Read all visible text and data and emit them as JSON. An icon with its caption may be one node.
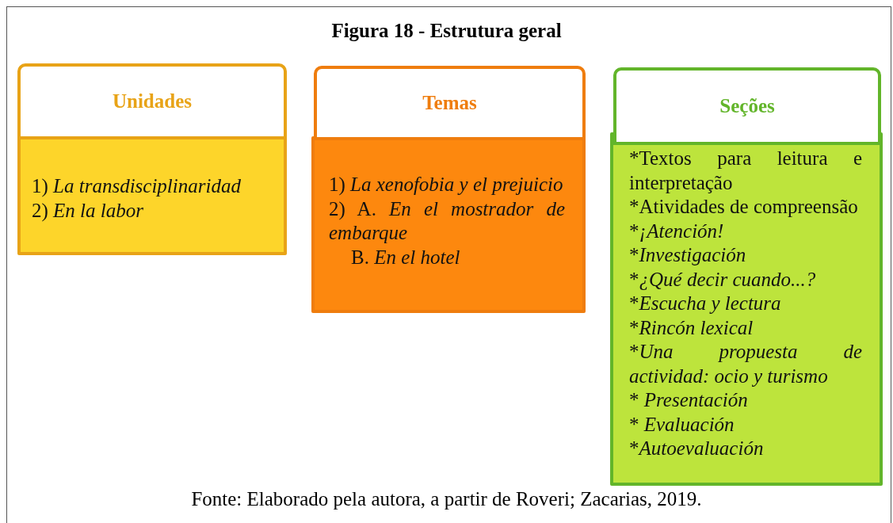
{
  "diagram": {
    "title": "Figura 18 - Estrutura geral",
    "caption": "Fonte: Elaborado pela autora, a partir de Roveri; Zacarias, 2019.",
    "nodes": [
      {
        "text": [
          "Unidades"
        ]
      },
      {
        "text": [
          "1) La transdisciplinaridad",
          "2) En la labor"
        ]
      },
      {
        "text": [
          "Temas"
        ]
      },
      {
        "text": [
          "1) La xenofobia y el prejuicio",
          "2) A. En el mostrador de embarque",
          "B. En el hotel"
        ]
      },
      {
        "text": [
          "Seções"
        ]
      },
      {
        "text": [
          "*Textos para leitura e interpretação",
          "*Atividades de compreensão",
          "*¡Atención!",
          "*Investigación",
          "*¿Qué decir cuando...?",
          "*Escucha y lectura",
          "*Rincón lexical",
          "*Una propuesta de actividad: ocio y turismo",
          "* Presentación",
          "* Evaluación",
          "*Autoevaluación"
        ]
      }
    ]
  }
}
